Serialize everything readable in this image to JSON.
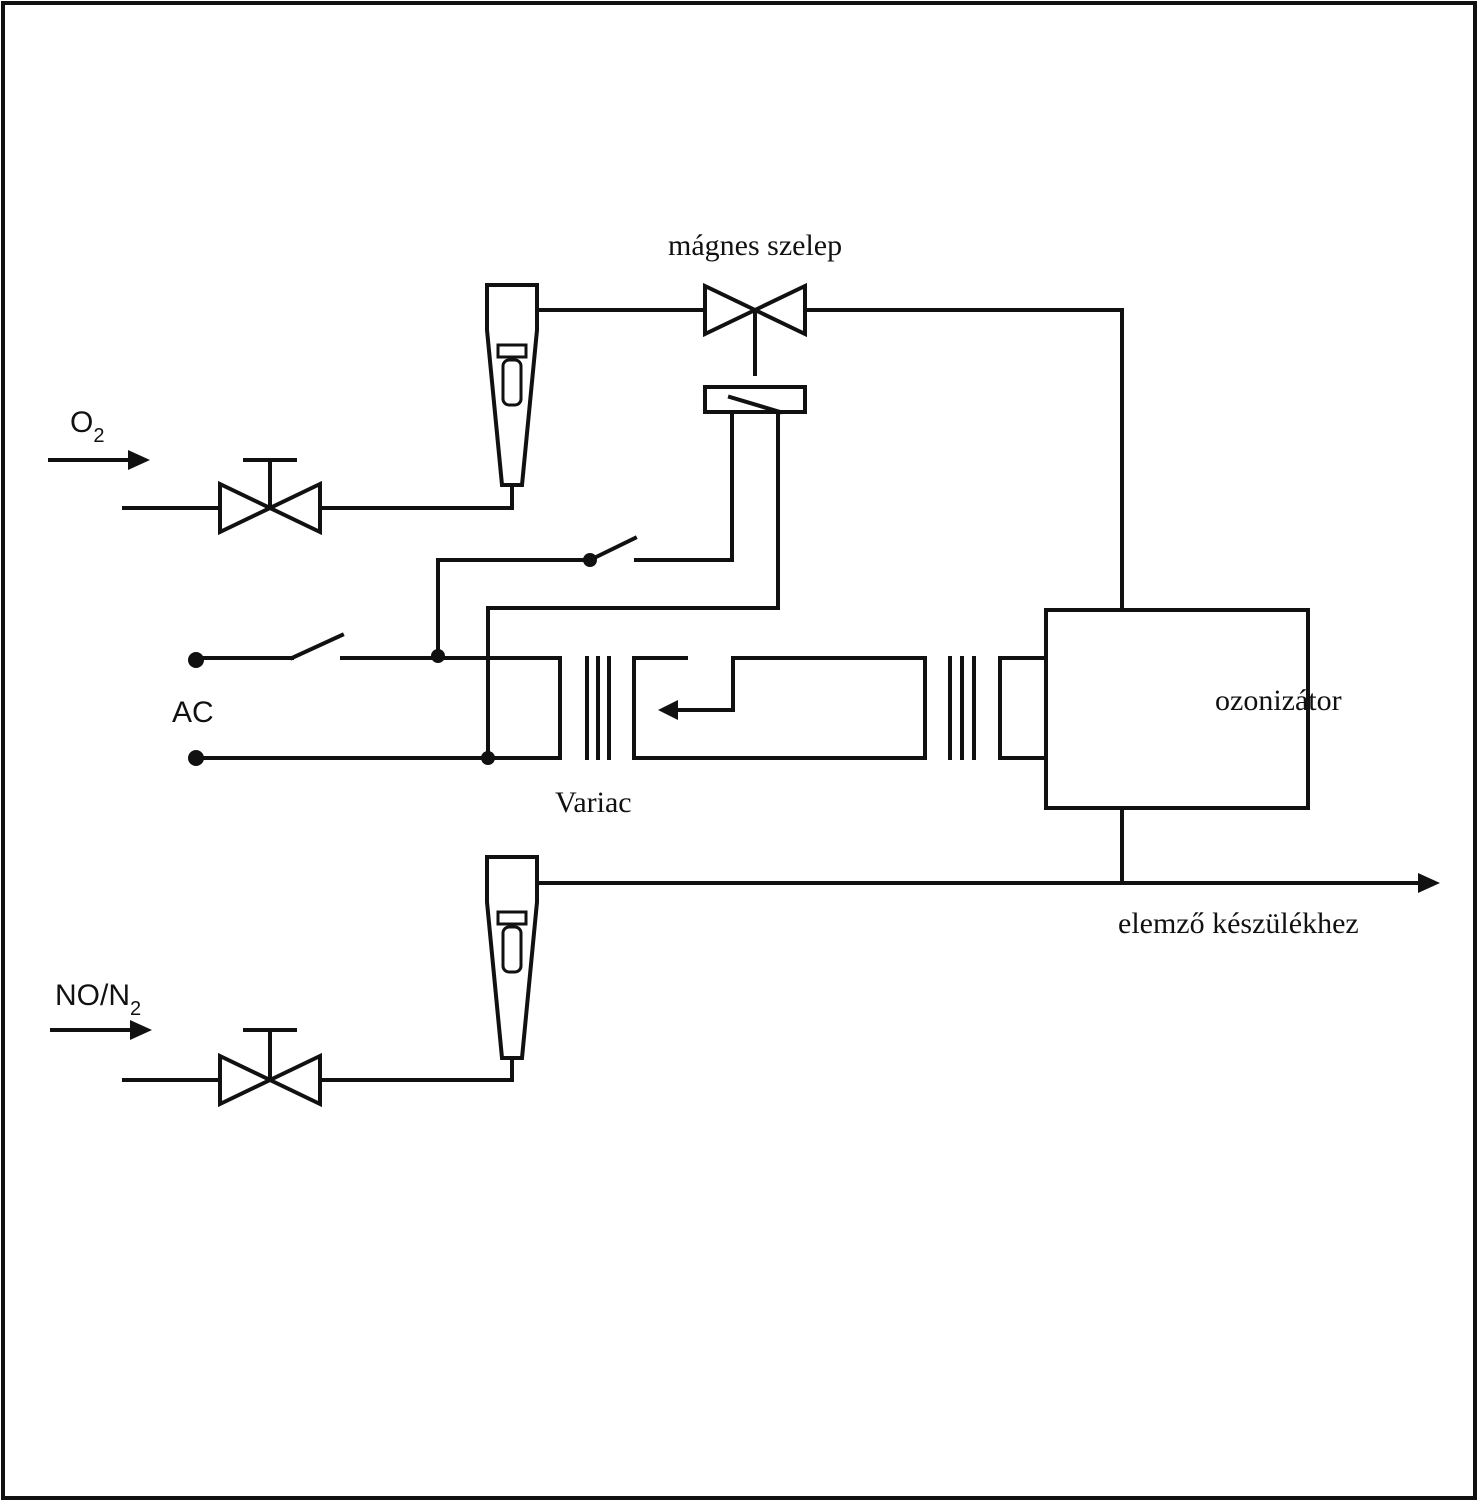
{
  "labels": {
    "o2_main": "O",
    "o2_sub": "2",
    "no_main": "NO/N",
    "no_sub": "2",
    "ac": "AC",
    "variac": "Variac",
    "solenoid_valve": "mágnes szelep",
    "ozonizer": "ozonizátor",
    "to_analyzer": "elemző készülékhez"
  },
  "colors": {
    "ink": "#111111",
    "background": "#ffffff"
  }
}
